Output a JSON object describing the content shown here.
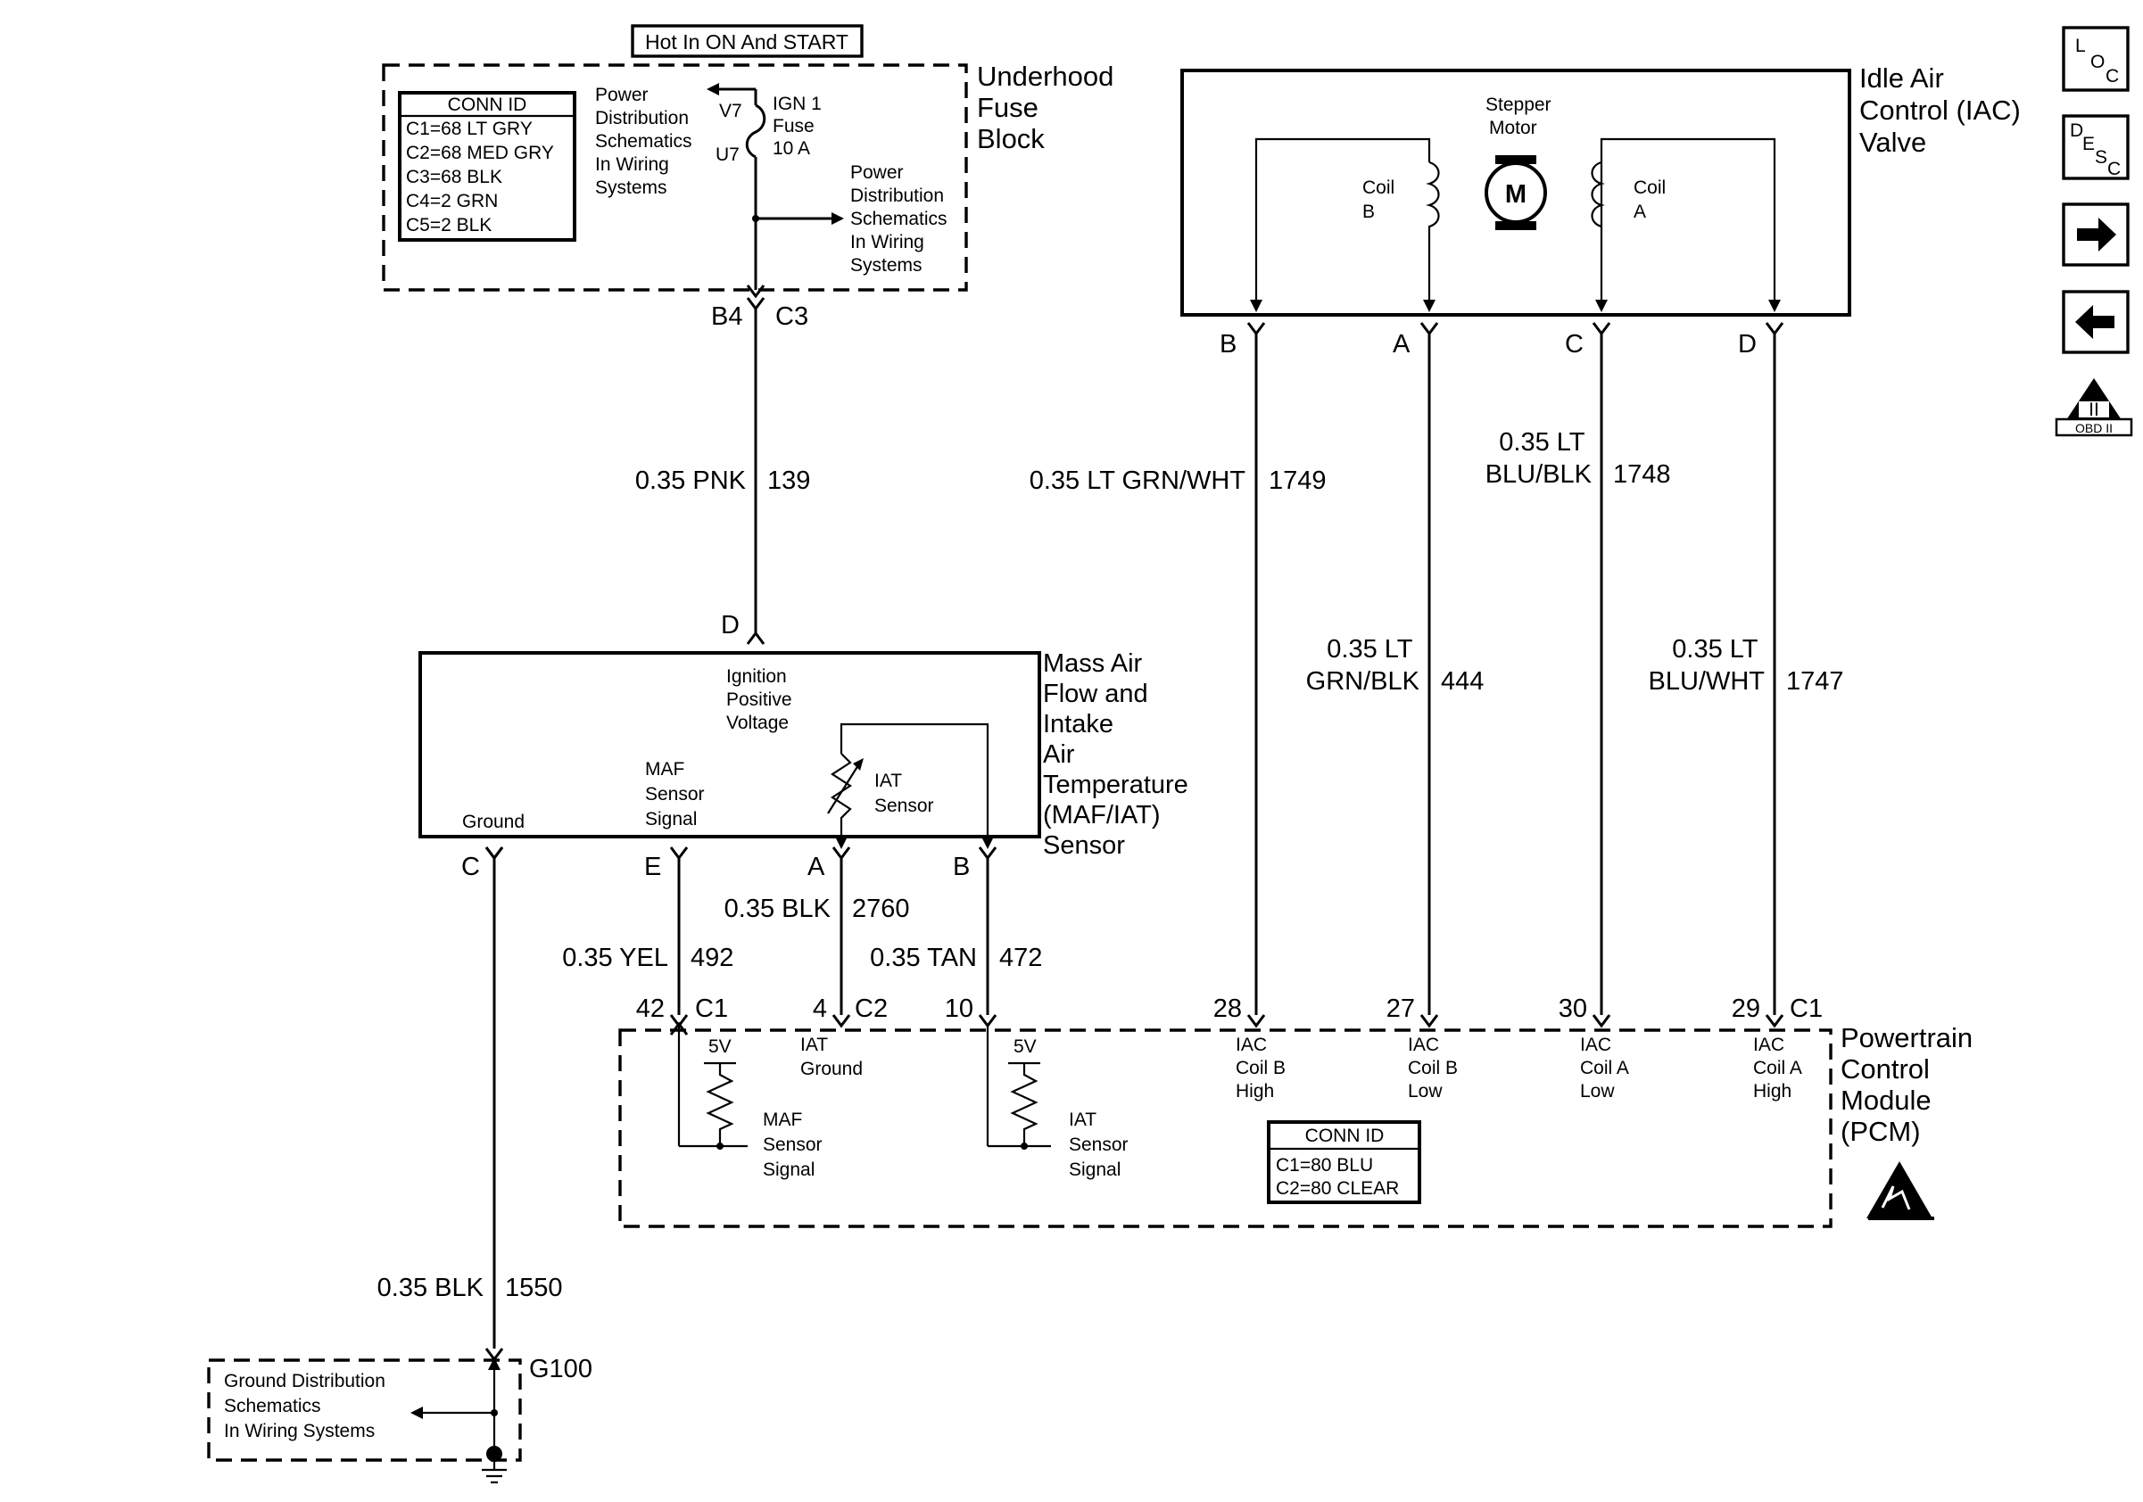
{
  "fuse_block": {
    "header": "Hot In ON And START",
    "title": [
      "Underhood",
      "Fuse",
      "Block"
    ],
    "conn_id": {
      "header": "CONN ID",
      "rows": [
        "C1=68 LT GRY",
        "C2=68 MED GRY",
        "C3=68 BLK",
        "C4=2 GRN",
        "C5=2 BLK"
      ]
    },
    "power_note_left": [
      "Power",
      "Distribution",
      "Schematics",
      "In Wiring",
      "Systems"
    ],
    "power_note_right": [
      "Power",
      "Distribution",
      "Schematics",
      "In Wiring",
      "Systems"
    ],
    "pin_top": "V7",
    "pin_bottom": "U7",
    "fuse_label": [
      "IGN 1",
      "Fuse",
      "10 A"
    ],
    "out_pin": "B4",
    "out_conn": "C3"
  },
  "wires": {
    "pnk": {
      "color": "0.35 PNK",
      "circuit": "139"
    },
    "iac_b": {
      "color": "0.35 LT GRN/WHT",
      "circuit": "1749"
    },
    "iac_a": {
      "color": [
        "0.35 LT",
        "GRN/BLK"
      ],
      "circuit": "444"
    },
    "iac_c": {
      "color": [
        "0.35 LT",
        "BLU/BLK"
      ],
      "circuit": "1748"
    },
    "iac_d": {
      "color": [
        "0.35 LT",
        "BLU/WHT"
      ],
      "circuit": "1747"
    },
    "blk_2760": {
      "color": "0.35 BLK",
      "circuit": "2760"
    },
    "yel": {
      "color": "0.35 YEL",
      "circuit": "492"
    },
    "tan": {
      "color": "0.35 TAN",
      "circuit": "472"
    },
    "ground": {
      "color": "0.35 BLK",
      "circuit": "1550"
    }
  },
  "iac_valve": {
    "title": [
      "Idle Air",
      "Control (IAC)",
      "Valve"
    ],
    "motor_label": [
      "Stepper",
      "Motor"
    ],
    "motor_symbol": "M",
    "coil_b": [
      "Coil",
      "B"
    ],
    "coil_a": [
      "Coil",
      "A"
    ],
    "pins": [
      "B",
      "A",
      "C",
      "D"
    ]
  },
  "maf_sensor": {
    "title": [
      "Mass Air",
      "Flow and",
      "Intake",
      "Air",
      "Temperature",
      "(MAF/IAT)",
      "Sensor"
    ],
    "pin_top": "D",
    "ign_label": [
      "Ignition",
      "Positive",
      "Voltage"
    ],
    "ground_label": "Ground",
    "maf_signal": [
      "MAF",
      "Sensor",
      "Signal"
    ],
    "iat_label": [
      "IAT",
      "Sensor"
    ],
    "pins": [
      "C",
      "E",
      "A",
      "B"
    ]
  },
  "pcm": {
    "title": [
      "Powertrain",
      "Control",
      "Module",
      "(PCM)"
    ],
    "conn_id": {
      "header": "CONN ID",
      "rows": [
        "C1=80 BLU",
        "C2=80 CLEAR"
      ]
    },
    "pin_42": "42",
    "conn_c1_left": "C1",
    "pin_4": "4",
    "conn_c2": "C2",
    "pin_10": "10",
    "pin_28": "28",
    "pin_27": "27",
    "pin_30": "30",
    "pin_29": "29",
    "conn_c1_right": "C1",
    "ref_5v_maf": "5V",
    "ref_5v_iat": "5V",
    "maf_signal": [
      "MAF",
      "Sensor",
      "Signal"
    ],
    "iat_ground": [
      "IAT",
      "Ground"
    ],
    "iat_signal": [
      "IAT",
      "Sensor",
      "Signal"
    ],
    "iac_b_high": [
      "IAC",
      "Coil B",
      "High"
    ],
    "iac_b_low": [
      "IAC",
      "Coil B",
      "Low"
    ],
    "iac_a_low": [
      "IAC",
      "Coil A",
      "Low"
    ],
    "iac_a_high": [
      "IAC",
      "Coil A",
      "High"
    ]
  },
  "ground": {
    "note": [
      "Ground Distribution",
      "Schematics",
      "In Wiring Systems"
    ],
    "id": "G100"
  },
  "side_icons": {
    "loc": [
      "L",
      "O",
      "C"
    ],
    "desc": [
      "D",
      "E",
      "S",
      "C"
    ],
    "next_icon": "right-arrow-icon",
    "prev_icon": "left-arrow-icon",
    "obd_mark": "II",
    "obd_label": "OBD II"
  }
}
